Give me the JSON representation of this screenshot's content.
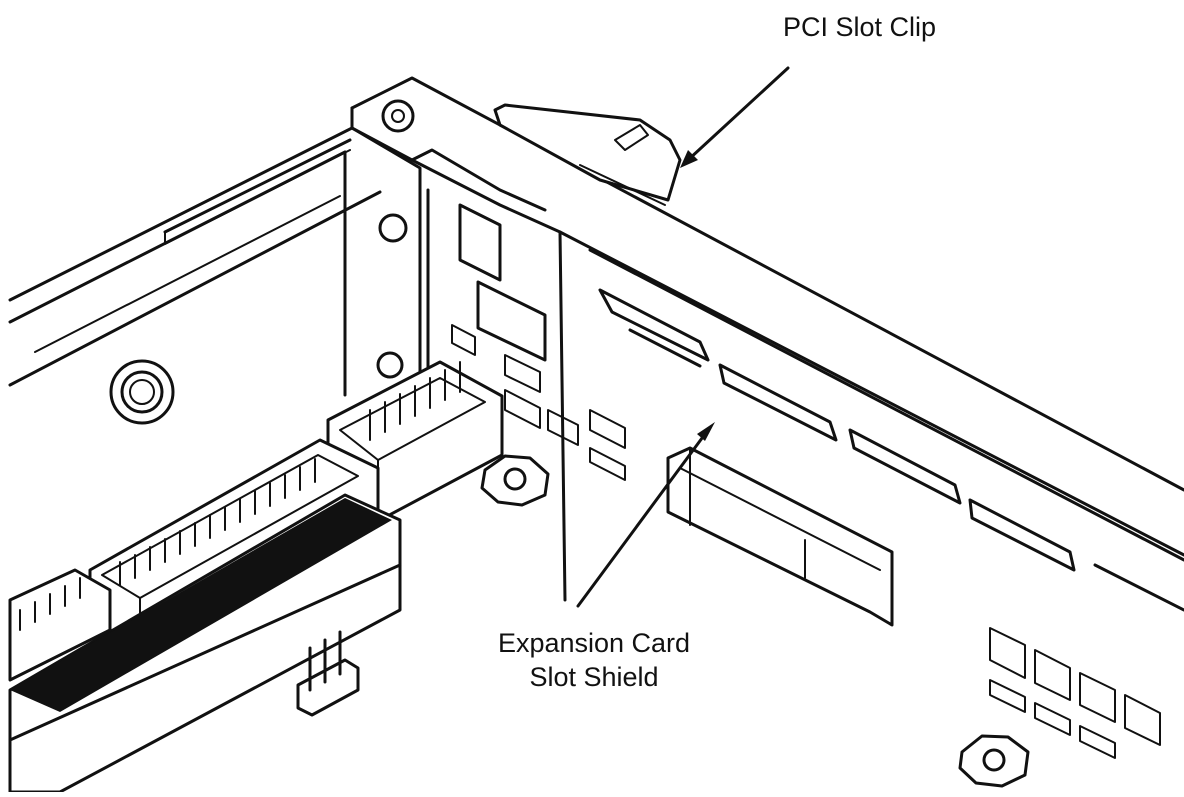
{
  "labels": {
    "pci_slot_clip": "PCI Slot Clip",
    "expansion_card_slot_shield_line1": "Expansion Card",
    "expansion_card_slot_shield_line2": "Slot Shield"
  },
  "colors": {
    "ink": "#111111",
    "background": "#ffffff"
  }
}
